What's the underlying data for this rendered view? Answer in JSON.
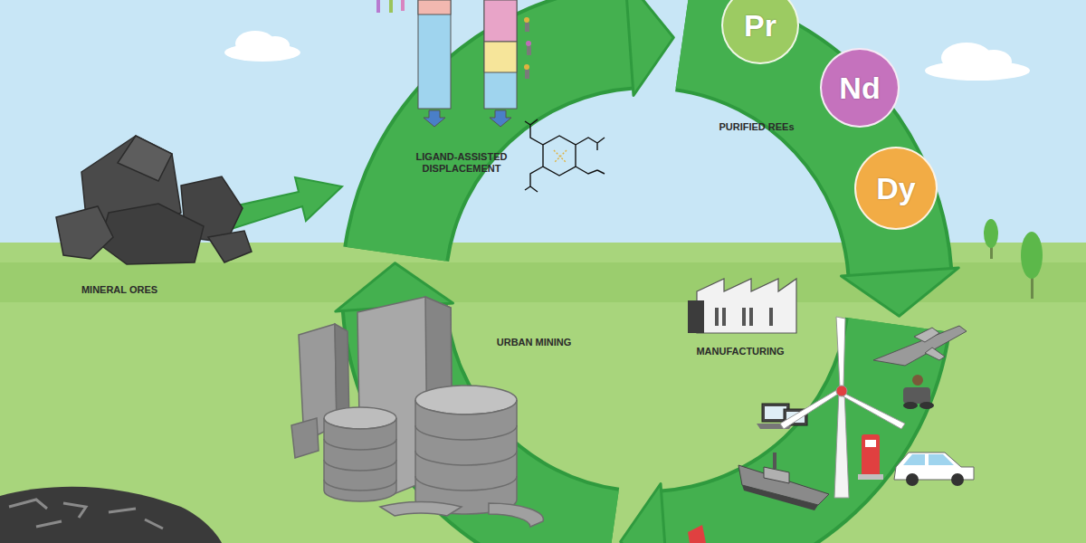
{
  "diagram": {
    "nodes": [
      {
        "text": [
          "Pr"
        ]
      },
      {
        "text": [
          "Nd"
        ]
      },
      {
        "text": [
          "Dy"
        ]
      }
    ],
    "labels": [
      "LIGAND-ASSISTED DISPLACEMENT",
      "PURIFIED REEs",
      "MINERAL ORES",
      "URBAN MINING",
      "MANUFACTURING"
    ]
  }
}
